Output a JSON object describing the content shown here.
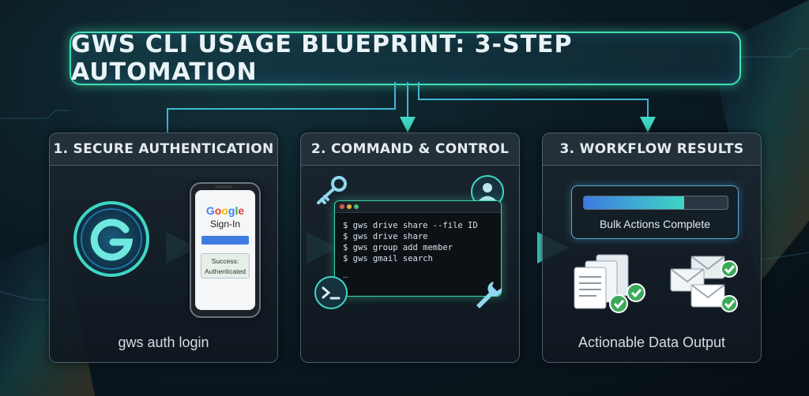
{
  "title": "GWS CLI USAGE BLUEPRINT: 3-STEP AUTOMATION",
  "colors": {
    "accent_teal": "#3fe0b0",
    "accent_blue": "#3d7be0",
    "panel_border": "#7896aa",
    "background": "#0b1a22"
  },
  "steps": [
    {
      "header": "1. SECURE AUTHENTICATION",
      "footer": "gws auth login",
      "icon": "google-g-logo-icon",
      "phone": {
        "brand": "Google",
        "heading": "Sign-In",
        "status_line1": "Success:",
        "status_line2": "Authenticated"
      }
    },
    {
      "header": "2. COMMAND & CONTROL",
      "icons": [
        "key-icon",
        "user-icon",
        "terminal-prompt-icon",
        "wrench-icon"
      ],
      "terminal": {
        "lines": [
          "$ gws drive share --file ID",
          "$ gws drive share",
          "$ gws group add member",
          "$ gws gmail search"
        ],
        "cursor": "_"
      }
    },
    {
      "header": "3. WORKFLOW RESULTS",
      "footer": "Actionable Data Output",
      "progress": {
        "label": "Bulk Actions Complete",
        "fraction": 0.7
      },
      "icons": [
        "documents-check-icon",
        "emails-check-icon"
      ]
    }
  ]
}
